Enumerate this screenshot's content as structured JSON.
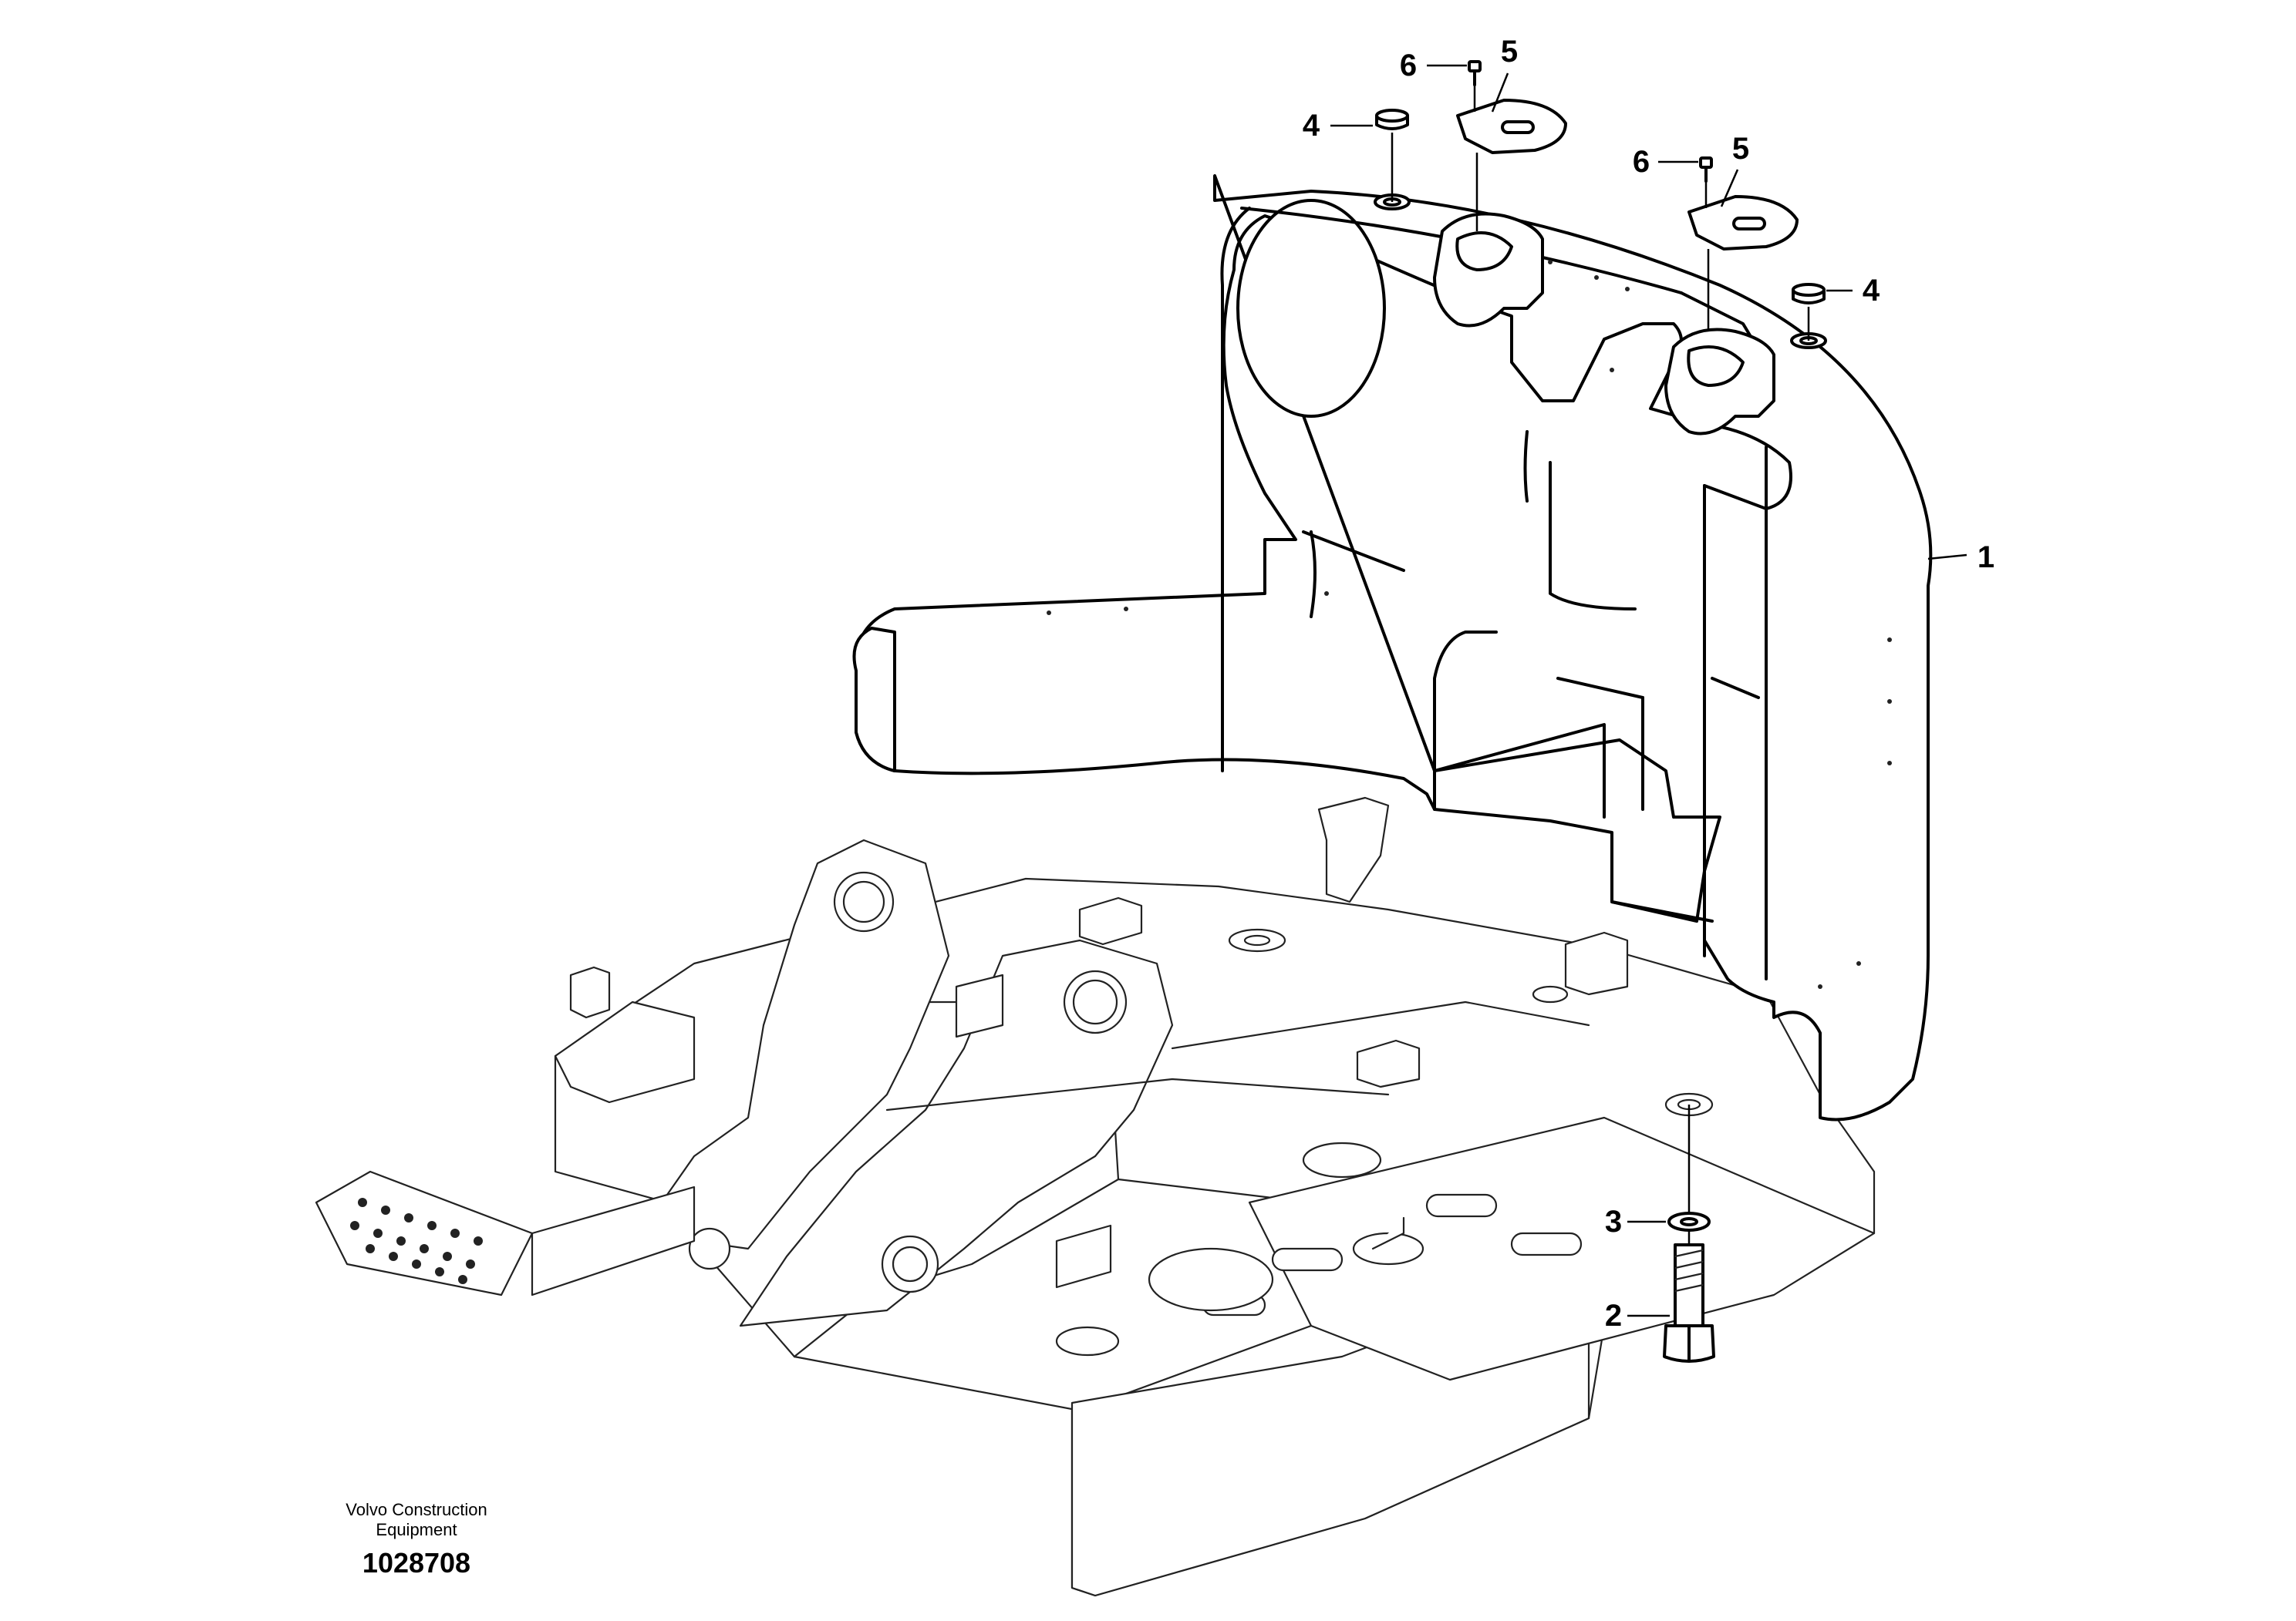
{
  "callouts": [
    {
      "id": "c1",
      "label": "1"
    },
    {
      "id": "c2",
      "label": "2"
    },
    {
      "id": "c3",
      "label": "3"
    },
    {
      "id": "c4a",
      "label": "4"
    },
    {
      "id": "c4b",
      "label": "4"
    },
    {
      "id": "c5a",
      "label": "5"
    },
    {
      "id": "c5b",
      "label": "5"
    },
    {
      "id": "c6a",
      "label": "6"
    },
    {
      "id": "c6b",
      "label": "6"
    }
  ],
  "credit": {
    "line1": "Volvo Construction",
    "line2": "Equipment",
    "drawing_number": "1028708"
  }
}
